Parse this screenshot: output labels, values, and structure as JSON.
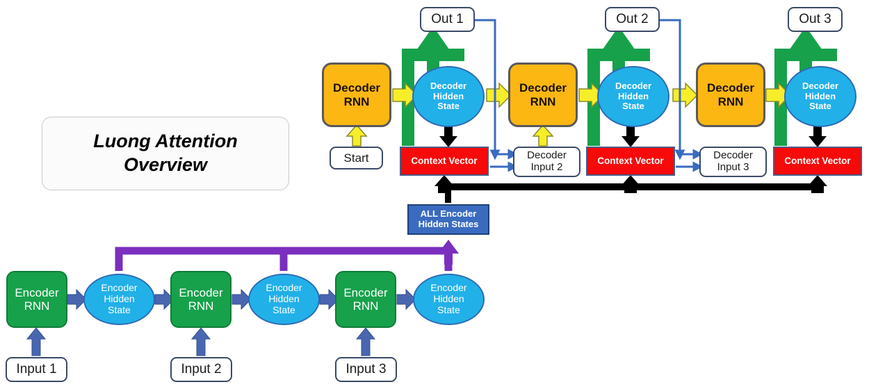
{
  "title": {
    "line1": "Luong Attention",
    "line2": "Overview"
  },
  "colors": {
    "encoder_rnn": "#17a14b",
    "hidden_state": "#22b0e8",
    "decoder_rnn": "#fcb713",
    "context_vector": "#f60a0a",
    "all_encoder_states": "#3a6bbf",
    "encoder_arrow": "#4a66b0",
    "attention_bus": "#7b2fbe",
    "output_arrow": "#17a14b",
    "decoder_arrow": "#f7ee2a",
    "context_bus": "#000000",
    "feedback_arrow": "#3a6bbf",
    "box_outline": "#3a4a66"
  },
  "encoder": {
    "rnn_label": "Encoder\nRNN",
    "rnn_line1": "Encoder",
    "rnn_line2": "RNN",
    "hidden_line1": "Encoder",
    "hidden_line2": "Hidden",
    "hidden_line3": "State",
    "cells": [
      {
        "rnn": "Encoder RNN",
        "hidden": "Encoder Hidden State",
        "input": "Input 1"
      },
      {
        "rnn": "Encoder RNN",
        "hidden": "Encoder Hidden State",
        "input": "Input 2"
      },
      {
        "rnn": "Encoder RNN",
        "hidden": "Encoder Hidden State",
        "input": "Input 3"
      }
    ],
    "inputs": [
      "Input 1",
      "Input 2",
      "Input 3"
    ]
  },
  "all_encoder_states": {
    "line1": "ALL Encoder",
    "line2": "Hidden States"
  },
  "decoder": {
    "rnn_line1": "Decoder",
    "rnn_line2": "RNN",
    "hidden_line1": "Decoder",
    "hidden_line2": "Hidden",
    "hidden_line3": "State",
    "context_label": "Context Vector",
    "start_label": "Start",
    "cells": [
      {
        "rnn": "Decoder RNN",
        "hidden": "Decoder Hidden State",
        "context": "Context Vector",
        "output": "Out 1",
        "input_line1": "Start",
        "input_line2": ""
      },
      {
        "rnn": "Decoder RNN",
        "hidden": "Decoder Hidden State",
        "context": "Context Vector",
        "output": "Out 2",
        "input_line1": "Decoder",
        "input_line2": "Input 2"
      },
      {
        "rnn": "Decoder RNN",
        "hidden": "Decoder Hidden State",
        "context": "Context Vector",
        "output": "Out 3",
        "input_line1": "Decoder",
        "input_line2": "Input 3"
      }
    ],
    "outputs": [
      "Out 1",
      "Out 2",
      "Out 3"
    ],
    "decoder_inputs": [
      "Start",
      "Decoder Input 2",
      "Decoder Input 3"
    ]
  }
}
